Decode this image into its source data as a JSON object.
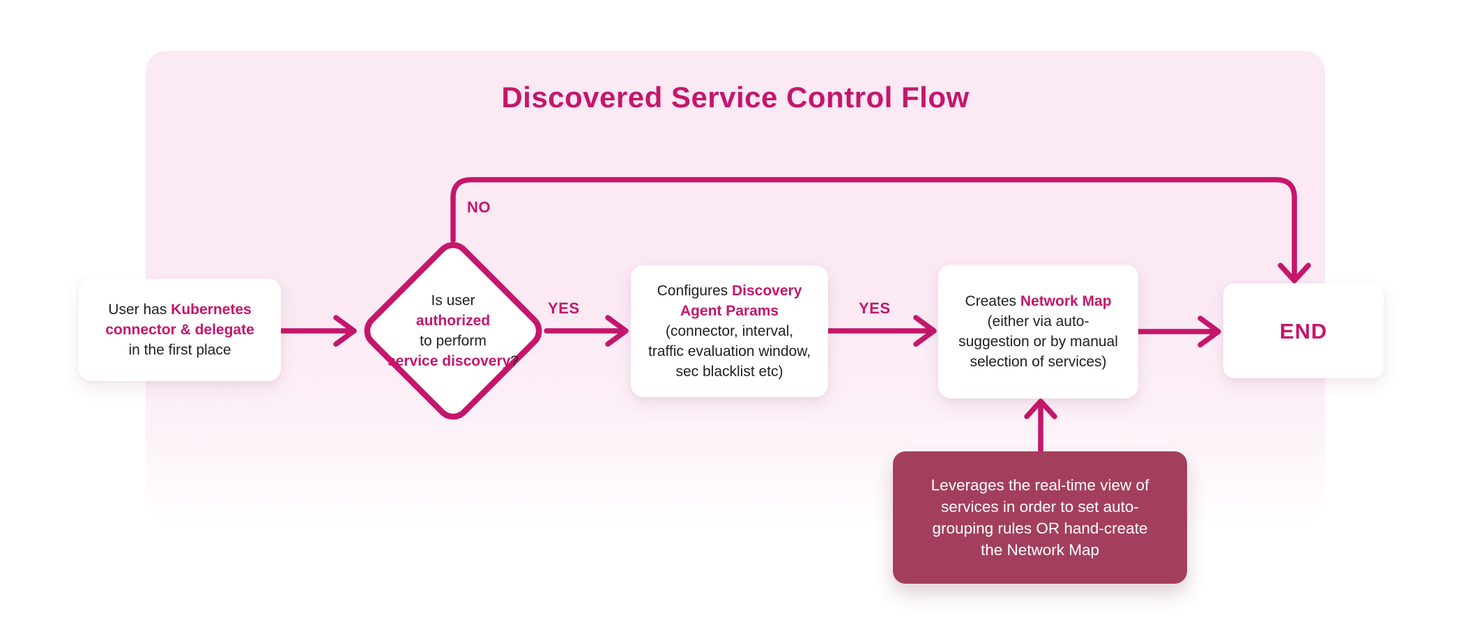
{
  "title": "Discovered Service Control Flow",
  "colors": {
    "accent": "#C5166B",
    "note_bg": "#A33F5C",
    "panel_pink": "#FBE9F4",
    "text_dark": "#202124"
  },
  "labels": {
    "no": "NO",
    "yes_1": "YES",
    "yes_2": "YES"
  },
  "nodes": {
    "start": {
      "lines": [
        [
          {
            "t": "User has ",
            "a": false
          },
          {
            "t": "Kubernetes",
            "a": true
          }
        ],
        [
          {
            "t": "connector & delegate",
            "a": true
          }
        ],
        [
          {
            "t": "in the first place",
            "a": false
          }
        ]
      ]
    },
    "decision": {
      "lines": [
        [
          {
            "t": "Is user",
            "a": false
          }
        ],
        [
          {
            "t": "authorized",
            "a": true
          }
        ],
        [
          {
            "t": "to perform",
            "a": false
          }
        ],
        [
          {
            "t": "service discovery",
            "a": true
          },
          {
            "t": "?",
            "a": false
          }
        ]
      ]
    },
    "configure": {
      "lines": [
        [
          {
            "t": "Configures ",
            "a": false
          },
          {
            "t": "Discovery",
            "a": true
          }
        ],
        [
          {
            "t": "Agent Params",
            "a": true
          }
        ],
        [
          {
            "t": "(connector, interval,",
            "a": false
          }
        ],
        [
          {
            "t": "traffic evaluation window,",
            "a": false
          }
        ],
        [
          {
            "t": "sec blacklist etc)",
            "a": false
          }
        ]
      ]
    },
    "create": {
      "lines": [
        [
          {
            "t": "Creates ",
            "a": false
          },
          {
            "t": "Network Map",
            "a": true
          }
        ],
        [
          {
            "t": "(either via auto-",
            "a": false
          }
        ],
        [
          {
            "t": "suggestion or by manual",
            "a": false
          }
        ],
        [
          {
            "t": "selection of services)",
            "a": false
          }
        ]
      ]
    },
    "end": {
      "label": "END"
    },
    "note": {
      "lines": [
        [
          {
            "t": "Leverages the real-time view of",
            "a": false
          }
        ],
        [
          {
            "t": "services in order to set auto-",
            "a": false
          }
        ],
        [
          {
            "t": "grouping rules OR hand-create",
            "a": false
          }
        ],
        [
          {
            "t": "the Network Map",
            "a": false
          }
        ]
      ]
    }
  }
}
